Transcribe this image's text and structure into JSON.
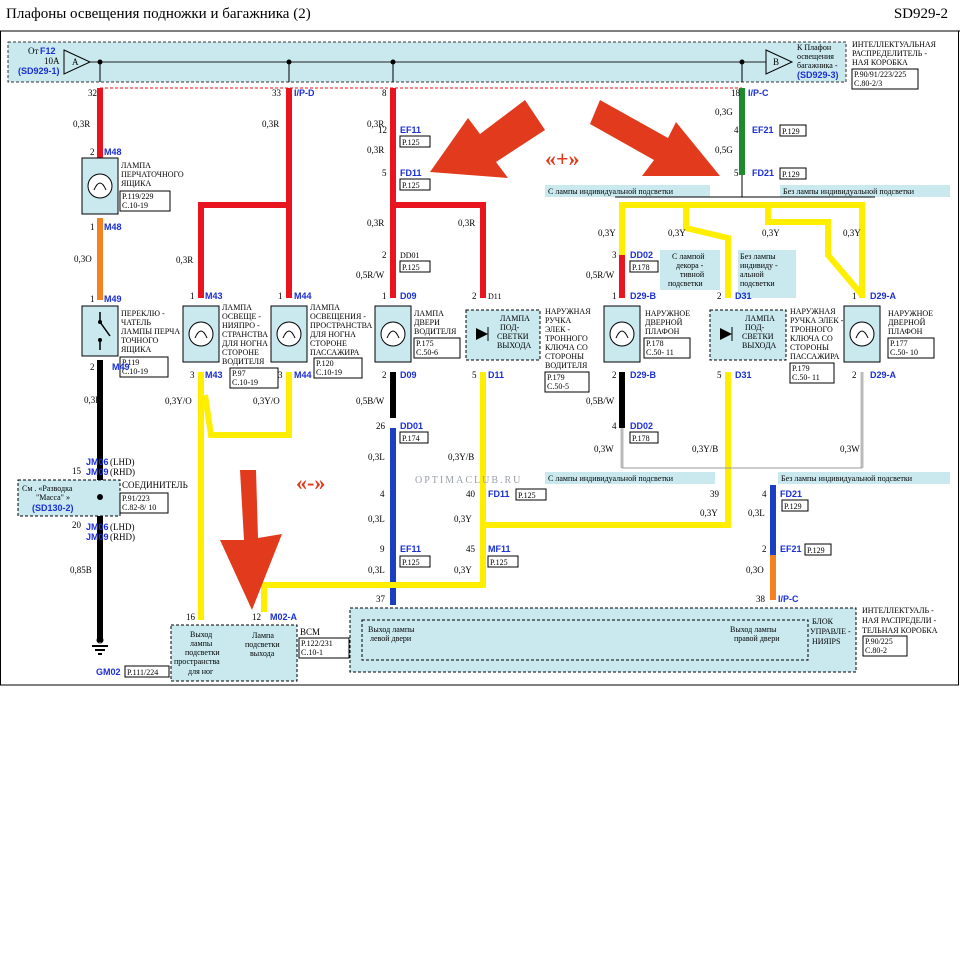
{
  "header": {
    "title": "Плафоны    освещения     подножки    и багажника   (2)",
    "code": "SD929-2"
  },
  "top_bus": {
    "from_label": "От",
    "fuse": "F12",
    "amps": "10A",
    "ref_left": "(SD929-1)",
    "conn_a": "A",
    "conn_b": "B",
    "to_lines": [
      "К Плафон",
      "освещения",
      "багажника -"
    ],
    "ref_right": "(SD929-3)",
    "box_lines": [
      "ИНТЕЛЛЕКТУАЛЬНАЯ",
      "РАСПРЕДЕЛИТЕЛЬ -",
      "НАЯ КОРОБКА"
    ],
    "box_ref": [
      "P.90/91/223/225",
      "C.80-2/3"
    ]
  },
  "pins_top": {
    "p32": "32",
    "p33": "33",
    "p33_name": "I/P-D",
    "p8": "8",
    "p18": "18",
    "p18_name": "I/P-C"
  },
  "wires": {
    "w03R": "0,3R",
    "w03G": "0,3G",
    "w05G": "0,5G",
    "w03O": "0,3O",
    "w03B": "0,3B",
    "w05RW": "0,5R/W",
    "w05BW": "0,5B/W",
    "w03YO": "0,3Y/O",
    "w03L": "0,3L",
    "w03YB": "0,3Y/B",
    "w03Y": "0,3Y",
    "w03W": "0,3W",
    "w085B": "0,85B"
  },
  "connectors": {
    "m48": "M48",
    "m49": "M49",
    "m43": "M43",
    "m44": "M44",
    "ef11": "EF11",
    "fd11": "FD11",
    "dd01": "DD01",
    "d09": "D09",
    "d11": "D11",
    "d02": "DD02",
    "d29b": "D29-B",
    "d31": "D31",
    "d29a": "D29-A",
    "ef21": "EF21",
    "fd21": "FD21",
    "mf11": "MF11",
    "m02a": "M02-A",
    "jm06": "JM06",
    "jm09": "JM09",
    "lhd": "(LHD)",
    "rhd": "(RHD)",
    "gm02": "GM02",
    "ipc": "I/P-C"
  },
  "refs": {
    "p125": "P.125",
    "p129": "P.129",
    "p178": "P.178",
    "p174": "P.174",
    "p111": "P.111/224",
    "m48ref": [
      "P.119/229",
      "C.10-19"
    ],
    "m49ref": [
      "P.119",
      "C.10-19"
    ],
    "m43ref": [
      "P.97",
      "C.10-19"
    ],
    "m44ref": [
      "P.120",
      "C.10-19"
    ],
    "d09ref": [
      "P.175",
      "C.50-6"
    ],
    "d11ref": [
      "P.179",
      "C.50-5"
    ],
    "d29bref": [
      "P.178",
      "C.50- 11"
    ],
    "d31ref": [
      "P.179",
      "C.50- 11"
    ],
    "d29aref": [
      "P.177",
      "C.50- 10"
    ],
    "jref": [
      "P.91/223",
      "C.82-8/ 10"
    ],
    "bcmref": [
      "P.122/231",
      "C.10-1"
    ],
    "ipsref": [
      "P.90/225",
      "C.80-2"
    ]
  },
  "components": {
    "m48": [
      "ЛАМПА",
      "ПЕРЧАТОЧНОГО",
      "ЯЩИКА"
    ],
    "m49": [
      "ПЕРЕКЛЮ -",
      "ЧАТЕЛЬ",
      "ЛАМПЫ ПЕРЧА -",
      "ТОЧНОГО",
      "ЯЩИКА"
    ],
    "m43": [
      "ЛАМПА",
      "ОСВЕЩЕ -",
      "НИЯПРО -",
      "СТРАНСТВА",
      "ДЛЯ НОГНА",
      "СТОРОНЕ",
      "ВОДИТЕЛЯ"
    ],
    "m44": [
      "ЛАМПА",
      "ОСВЕЩЕНИЯ -",
      "ПРОСТРАНСТВА",
      "ДЛЯ НОГНА",
      "СТОРОНЕ",
      "ПАССАЖИРА"
    ],
    "d09": [
      "ЛАМПА",
      "ДВЕРИ",
      "ВОДИТЕЛЯ"
    ],
    "d11_in": [
      "ЛАМПА",
      "ПОД-",
      "СВЕТКИ",
      "ВЫХОДА"
    ],
    "d11_out": [
      "НАРУЖНАЯ",
      "РУЧКА",
      "ЭЛЕК -",
      "ТРОННОГО",
      "КЛЮЧА СО",
      "СТОРОНЫ",
      "ВОДИТЕЛЯ"
    ],
    "d29b": [
      "НАРУЖНОЕ",
      "ДВЕРНОЙ",
      "ПЛАФОН"
    ],
    "d31_in": [
      "ЛАМПА",
      "ПОД-",
      "СВЕТКИ",
      "ВЫХОДА"
    ],
    "d31_out": [
      "НАРУЖНАЯ",
      "РУЧКА ЭЛЕК -",
      "ТРОННОГО",
      "КЛЮЧА СО",
      "СТОРОНЫ",
      "ПАССАЖИРА"
    ],
    "d29a": [
      "НАРУЖНОЕ",
      "ДВЕРНОЙ",
      "ПЛАФОН"
    ],
    "junction": "СОЕДИНИТЕЛЬ",
    "massa": [
      "См . «Разводка",
      "\"Масса\" »",
      "(SD130-2)"
    ]
  },
  "notes": {
    "with_light": "С лампы   индивидуальной    подсветки",
    "without_light": "Без лампы   индивидуальной    подсветки",
    "decor": [
      "С лампой",
      "декора -",
      "тивной",
      "подсветки"
    ],
    "no_indiv": [
      "Без лампы",
      "индивиду -",
      "альной",
      "подсветки"
    ],
    "plus": "«+»",
    "minus": "«-»",
    "watermark": "OPTIMACLUB.RU"
  },
  "bottom": {
    "bcm_out1": [
      "Выход",
      "лампы",
      "подсветки",
      "пространства",
      "для  ног"
    ],
    "bcm_out2": [
      "Лампа",
      "подсветки",
      "выхода"
    ],
    "bcm": "BCM",
    "left_door": [
      "Выход  лампы",
      "левой  двери"
    ],
    "right_door": [
      "Выход   лампы",
      "правой  двери"
    ],
    "block": [
      "БЛОК",
      "УПРАВЛЕ -",
      "НИЯIPS"
    ],
    "ips_box": [
      "ИНТЕЛЛЕКТУАЛЬ -",
      "НАЯ РАСПРЕДЕЛИ -",
      "ТЕЛЬНАЯ КОРОБКА"
    ]
  },
  "colors": {
    "red": "#e8141e",
    "yellow": "#ffee00",
    "blue": "#1a3fc0",
    "green": "#1d8a2e",
    "orange": "#f58220",
    "black": "#000000",
    "box": "#c9e9ef",
    "arrow": "#e23a1c"
  }
}
